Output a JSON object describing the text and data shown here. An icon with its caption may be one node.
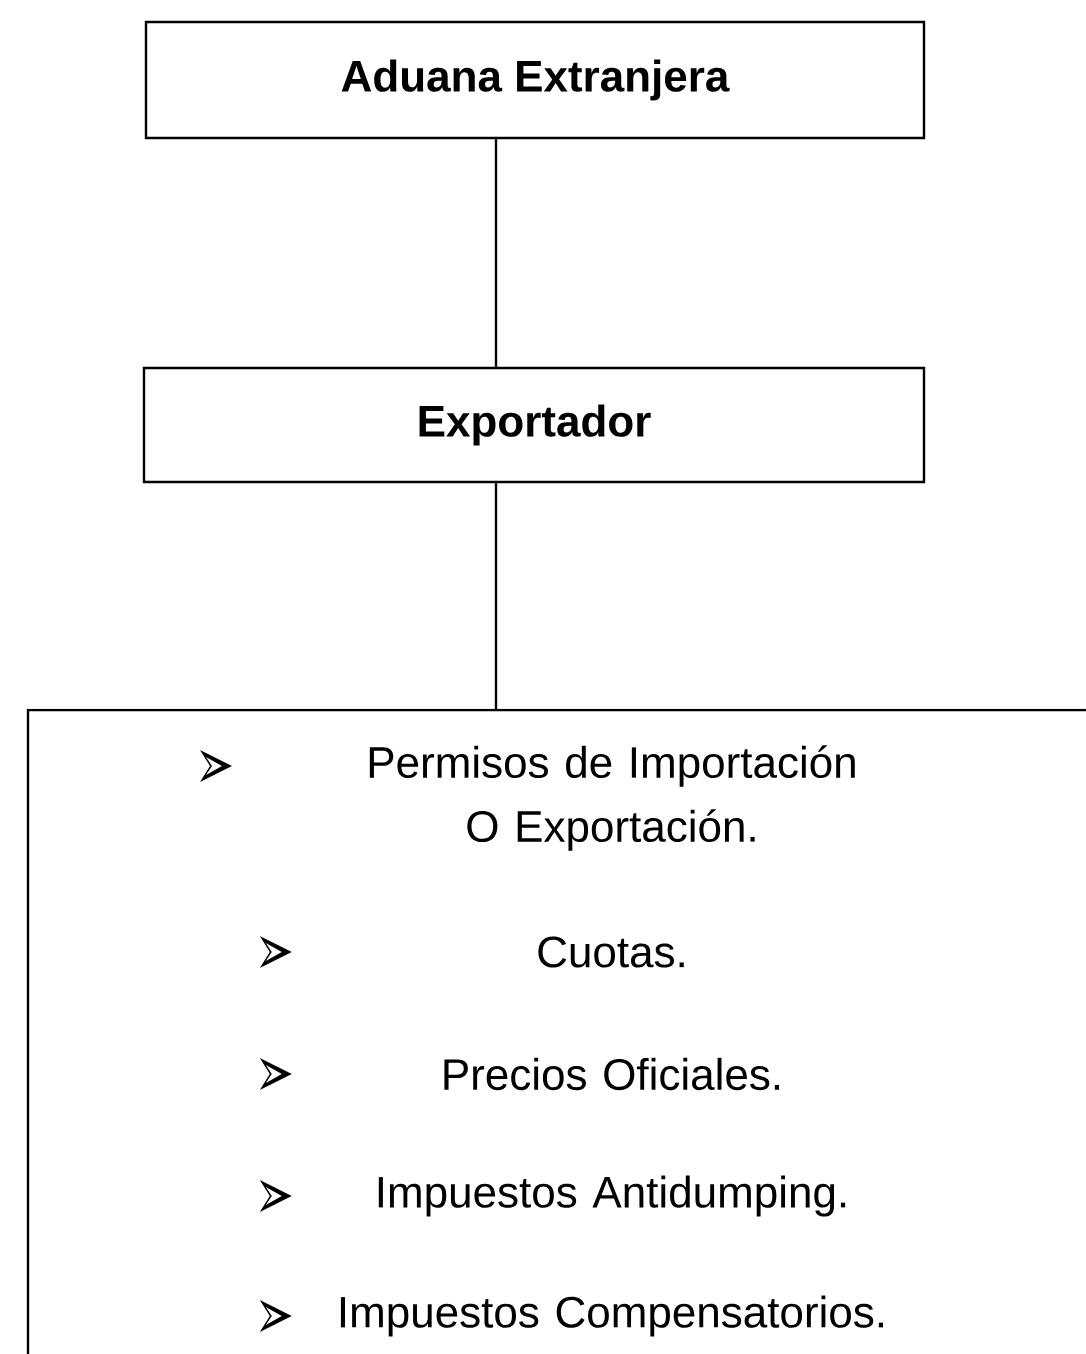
{
  "diagram": {
    "nodes": [
      {
        "text": [
          "Aduana Extranjera"
        ]
      },
      {
        "text": [
          "Exportador"
        ]
      },
      {
        "text": [
          "Permisos de Importación O Exportación.",
          "Cuotas.",
          "Precios Oficiales.",
          "Impuestos Antidumping.",
          "Impuestos Compensatorios."
        ]
      }
    ],
    "edges": [
      {
        "from": 0,
        "to": 1,
        "arrow": "none"
      },
      {
        "from": 1,
        "to": 2,
        "arrow": "none"
      }
    ]
  }
}
